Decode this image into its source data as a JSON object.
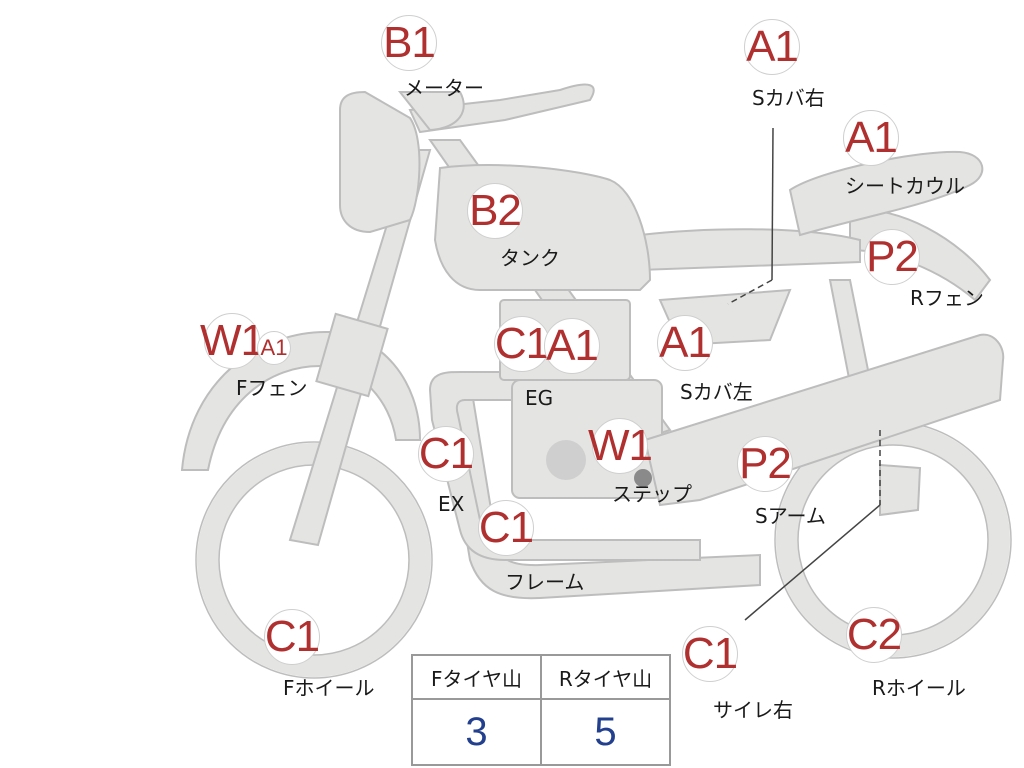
{
  "colors": {
    "body_fill": "#e4e4e2",
    "body_stroke": "#bdbdbd",
    "code_red": "#b03030",
    "value_blue": "#23408e",
    "label_black": "#1a1a1a"
  },
  "parts": [
    {
      "id": "meter",
      "code": "B1",
      "label": "メーター"
    },
    {
      "id": "tank",
      "code": "B2",
      "label": "タンク"
    },
    {
      "id": "side-cover-right",
      "code": "A1",
      "label": "Sカバ右"
    },
    {
      "id": "seat-cowl",
      "code": "A1",
      "label": "シートカウル"
    },
    {
      "id": "rear-fender",
      "code": "P2",
      "label": "Rフェン"
    },
    {
      "id": "front-fender",
      "code": "W1",
      "code2": "A1",
      "label": "Fフェン"
    },
    {
      "id": "engine",
      "code": "C1",
      "code2": "A1",
      "label": "EG"
    },
    {
      "id": "side-cover-left",
      "code": "A1",
      "label": "Sカバ左"
    },
    {
      "id": "exhaust",
      "code": "C1",
      "label": "EX"
    },
    {
      "id": "step",
      "code": "W1",
      "label": "ステップ"
    },
    {
      "id": "swing-arm",
      "code": "P2",
      "label": "Sアーム"
    },
    {
      "id": "frame",
      "code": "C1",
      "label": "フレーム"
    },
    {
      "id": "front-wheel",
      "code": "C1",
      "label": "Fホイール"
    },
    {
      "id": "silencer-right",
      "code": "C1",
      "label": "サイレ右"
    },
    {
      "id": "rear-wheel",
      "code": "C2",
      "label": "Rホイール"
    }
  ],
  "tread": {
    "front_label": "Fタイヤ山",
    "rear_label": "Rタイヤ山",
    "front_value": "3",
    "rear_value": "5"
  }
}
